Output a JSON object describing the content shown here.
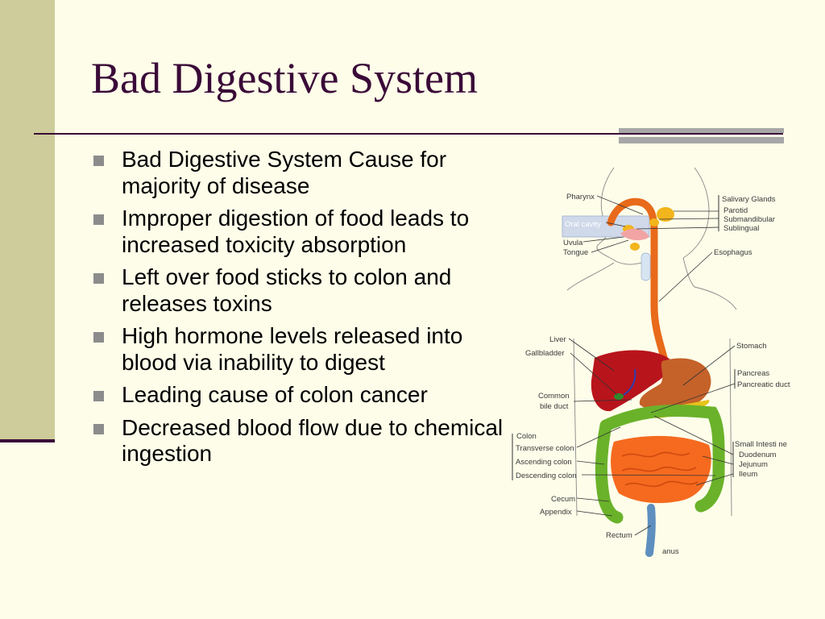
{
  "slide": {
    "title": "Bad Digestive System",
    "bullets": [
      "Bad Digestive System Cause for majority of disease",
      "Improper digestion of food leads to increased toxicity absorption",
      "Left over food sticks to colon and releases toxins",
      "High hormone levels released into blood via inability to digest",
      "Leading cause of colon cancer",
      "Decreased blood flow due to chemical ingestion"
    ]
  },
  "diagram": {
    "labels": {
      "pharynx": "Pharynx",
      "oral_cavity": "Oral cavity",
      "uvula": "Uvula",
      "tongue": "Tongue",
      "salivary_glands": "Salivary Glands",
      "parotid": "Parotid",
      "submandibular": "Submandibular",
      "sublingual": "Sublingual",
      "esophagus": "Esophagus",
      "liver": "Liver",
      "gallbladder": "Gallbladder",
      "stomach": "Stomach",
      "pancreas": "Pancreas",
      "pancreatic_duct": "Pancreatic duct",
      "common": "Common",
      "bile_duct": "bile duct",
      "colon": "Colon",
      "transverse_colon": "Transverse colon",
      "ascending_colon": "Ascending colon",
      "descending_colon": "Descending colon",
      "small_intestine": "Small Intesti ne",
      "duodenum": "Duodenum",
      "jejunum": "Jejunum",
      "ileum": "Ileum",
      "cecum": "Cecum",
      "appendix": "Appendix",
      "rectum": "Rectum",
      "anus": "anus"
    }
  }
}
